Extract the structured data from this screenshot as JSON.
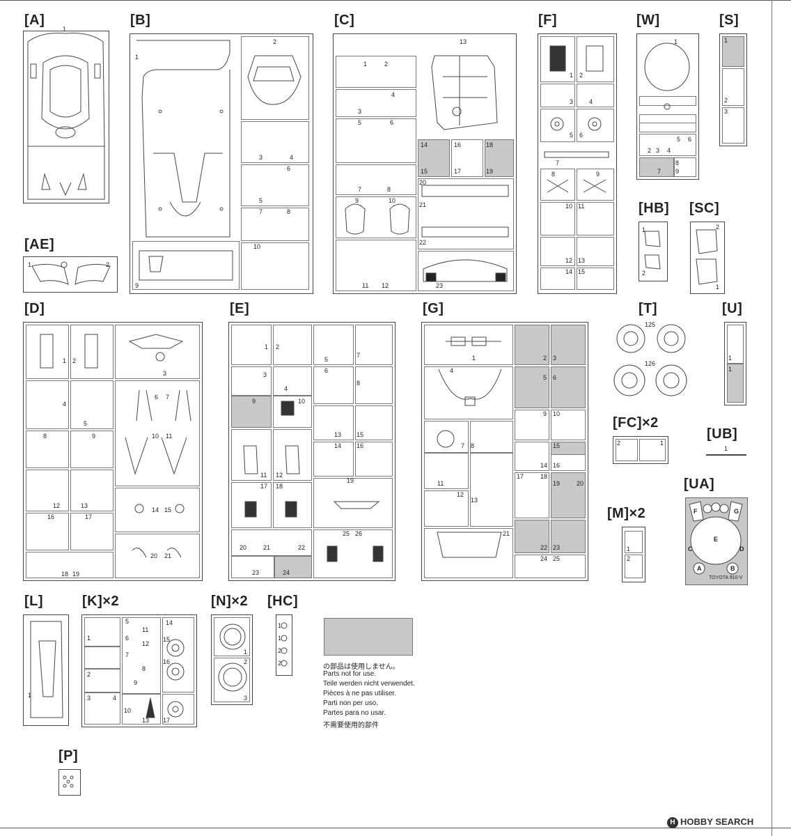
{
  "sprues": [
    {
      "id": "A",
      "label": "[A]"
    },
    {
      "id": "B",
      "label": "[B]"
    },
    {
      "id": "C",
      "label": "[C]"
    },
    {
      "id": "F",
      "label": "[F]"
    },
    {
      "id": "W",
      "label": "[W]"
    },
    {
      "id": "S",
      "label": "[S]"
    },
    {
      "id": "AE",
      "label": "[AE]"
    },
    {
      "id": "HB",
      "label": "[HB]"
    },
    {
      "id": "SC",
      "label": "[SC]"
    },
    {
      "id": "D",
      "label": "[D]"
    },
    {
      "id": "E",
      "label": "[E]"
    },
    {
      "id": "G",
      "label": "[G]"
    },
    {
      "id": "T",
      "label": "[T]"
    },
    {
      "id": "U",
      "label": "[U]"
    },
    {
      "id": "FC",
      "label": "[FC]×2"
    },
    {
      "id": "UB",
      "label": "[UB]"
    },
    {
      "id": "M",
      "label": "[M]×2"
    },
    {
      "id": "UA",
      "label": "[UA]"
    },
    {
      "id": "L",
      "label": "[L]"
    },
    {
      "id": "K",
      "label": "[K]×2"
    },
    {
      "id": "N",
      "label": "[N]×2"
    },
    {
      "id": "HC",
      "label": "[HC]"
    },
    {
      "id": "P",
      "label": "[P]"
    }
  ],
  "parts": {
    "A": [
      "1"
    ],
    "B": [
      "1",
      "2",
      "3",
      "4",
      "5",
      "6",
      "7",
      "8",
      "9",
      "10"
    ],
    "C": [
      "1",
      "2",
      "3",
      "4",
      "5",
      "6",
      "7",
      "8",
      "9",
      "10",
      "11",
      "12",
      "13",
      "14",
      "15",
      "16",
      "17",
      "18",
      "19",
      "20",
      "21",
      "22",
      "23"
    ],
    "F": [
      "1",
      "2",
      "3",
      "4",
      "5",
      "6",
      "7",
      "8",
      "9",
      "10",
      "11",
      "12",
      "13",
      "14",
      "15"
    ],
    "W": [
      "1",
      "2",
      "3",
      "4",
      "5",
      "6",
      "7",
      "8",
      "9"
    ],
    "S": [
      "1",
      "2",
      "3"
    ],
    "AE": [
      "1",
      "2"
    ],
    "HB": [
      "1",
      "2"
    ],
    "SC": [
      "1",
      "2"
    ],
    "D": [
      "1",
      "2",
      "3",
      "4",
      "5",
      "6",
      "7",
      "8",
      "9",
      "10",
      "11",
      "12",
      "13",
      "14",
      "15",
      "16",
      "17",
      "18",
      "19",
      "20",
      "21"
    ],
    "E": [
      "1",
      "2",
      "3",
      "4",
      "5",
      "6",
      "7",
      "8",
      "9",
      "10",
      "11",
      "12",
      "13",
      "14",
      "15",
      "16",
      "17",
      "18",
      "19",
      "20",
      "21",
      "22",
      "23",
      "24",
      "25",
      "26"
    ],
    "G": [
      "1",
      "2",
      "3",
      "4",
      "5",
      "6",
      "7",
      "8",
      "9",
      "10",
      "11",
      "12",
      "13",
      "14",
      "15",
      "16",
      "17",
      "18",
      "19",
      "20",
      "21",
      "22",
      "23",
      "24",
      "25"
    ],
    "T": [
      "125",
      "126"
    ],
    "U": [
      "1",
      "1"
    ],
    "FC": [
      "1",
      "2"
    ],
    "UB": [
      "1"
    ],
    "M": [
      "1",
      "2"
    ],
    "UA": [
      "F",
      "G",
      "E",
      "C",
      "D",
      "A",
      "B"
    ],
    "L": [
      "1"
    ],
    "K": [
      "1",
      "2",
      "3",
      "4",
      "5",
      "6",
      "7",
      "8",
      "9",
      "10",
      "11",
      "12",
      "13",
      "14",
      "15",
      "16",
      "17"
    ],
    "N": [
      "1",
      "2",
      "3"
    ],
    "HC": [
      "1",
      "1",
      "2",
      "2"
    ],
    "P": []
  },
  "ua_caption": "TOYOTA 910-V",
  "not_for_use": {
    "lines": [
      "の部品は使用しません。",
      "Parts not for use.",
      "Teile werden nicht verwendet.",
      "Pièces à ne pas utiliser.",
      "Parti non per uso.",
      "Partes para no usar.",
      "不需要使用的部件"
    ]
  },
  "watermark": {
    "badge": "H",
    "text": "HOBBY SEARCH"
  }
}
